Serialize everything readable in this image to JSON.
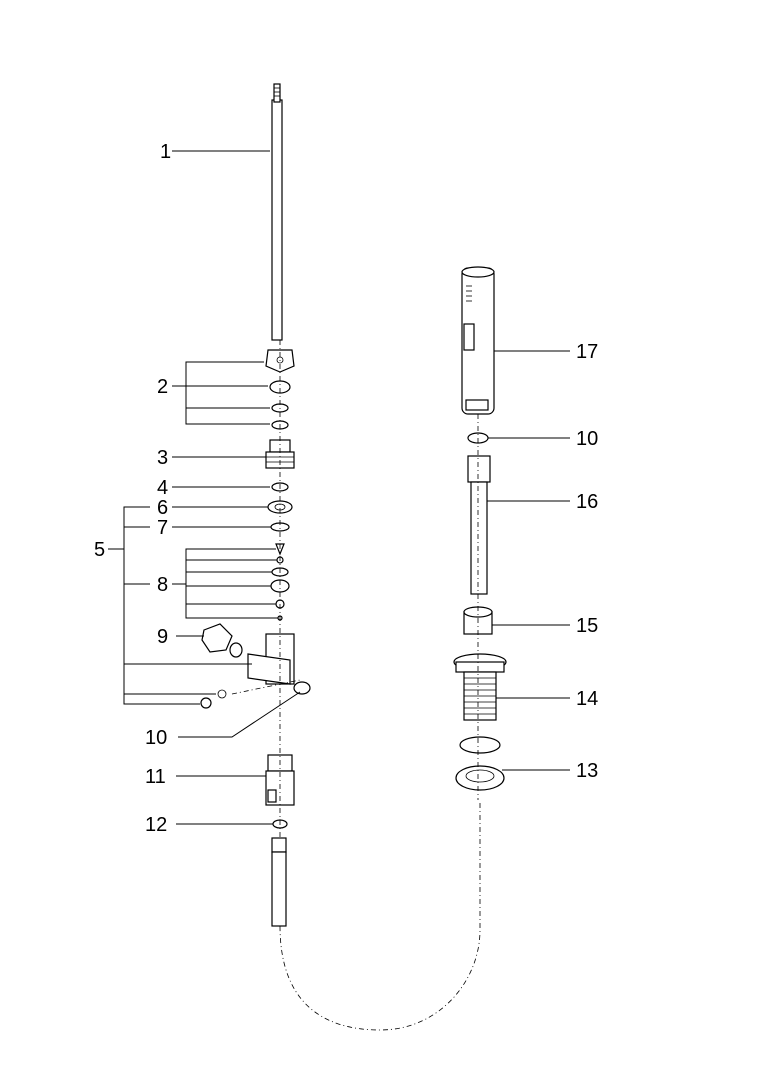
{
  "labels": {
    "p1": "1",
    "p2": "2",
    "p3": "3",
    "p4": "4",
    "p5": "5",
    "p6": "6",
    "p7": "7",
    "p8": "8",
    "p9": "9",
    "p10a": "10",
    "p10b": "10",
    "p11": "11",
    "p12": "12",
    "p13": "13",
    "p14": "14",
    "p15": "15",
    "p16": "16",
    "p17": "17"
  }
}
